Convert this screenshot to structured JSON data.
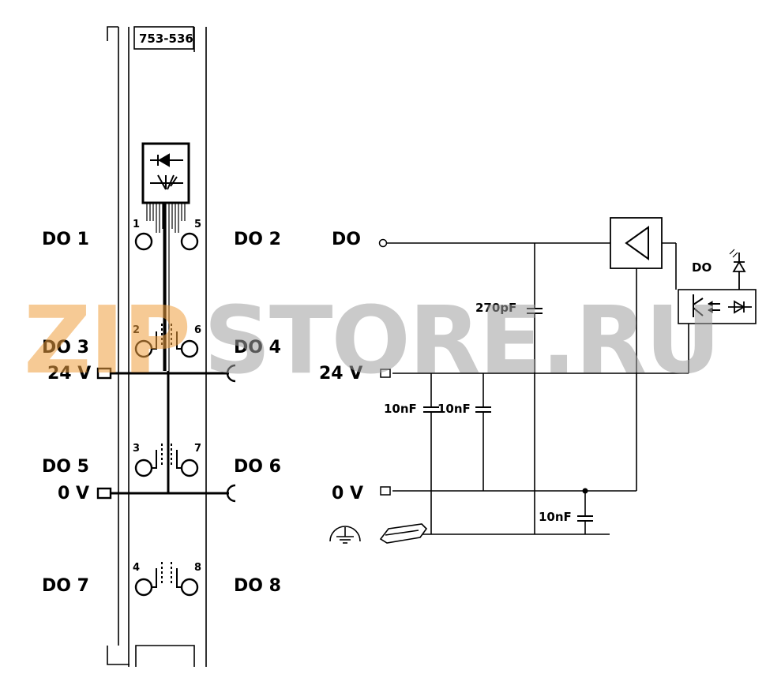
{
  "module": {
    "model": "753-536"
  },
  "left_labels": {
    "do1": "DO 1",
    "do2": "DO 2",
    "do3": "DO 3",
    "do4": "DO 4",
    "do5": "DO 5",
    "do6": "DO 6",
    "do7": "DO 7",
    "do8": "DO 8",
    "v24": "24 V",
    "v0": "0 V"
  },
  "terminal_numbers": [
    "1",
    "5",
    "2",
    "6",
    "3",
    "7",
    "4",
    "8"
  ],
  "right_labels": {
    "do": "DO",
    "v24": "24 V",
    "v0": "0 V",
    "cap_270": "270pF",
    "cap_10a": "10nF",
    "cap_10b": "10nF",
    "cap_10c": "10nF",
    "led_do": "DO"
  },
  "watermark": {
    "text_orange": "ZIP",
    "text_gray": "STORE.RU",
    "color_orange": "#f0a040",
    "color_gray": "#a0a0a0"
  }
}
